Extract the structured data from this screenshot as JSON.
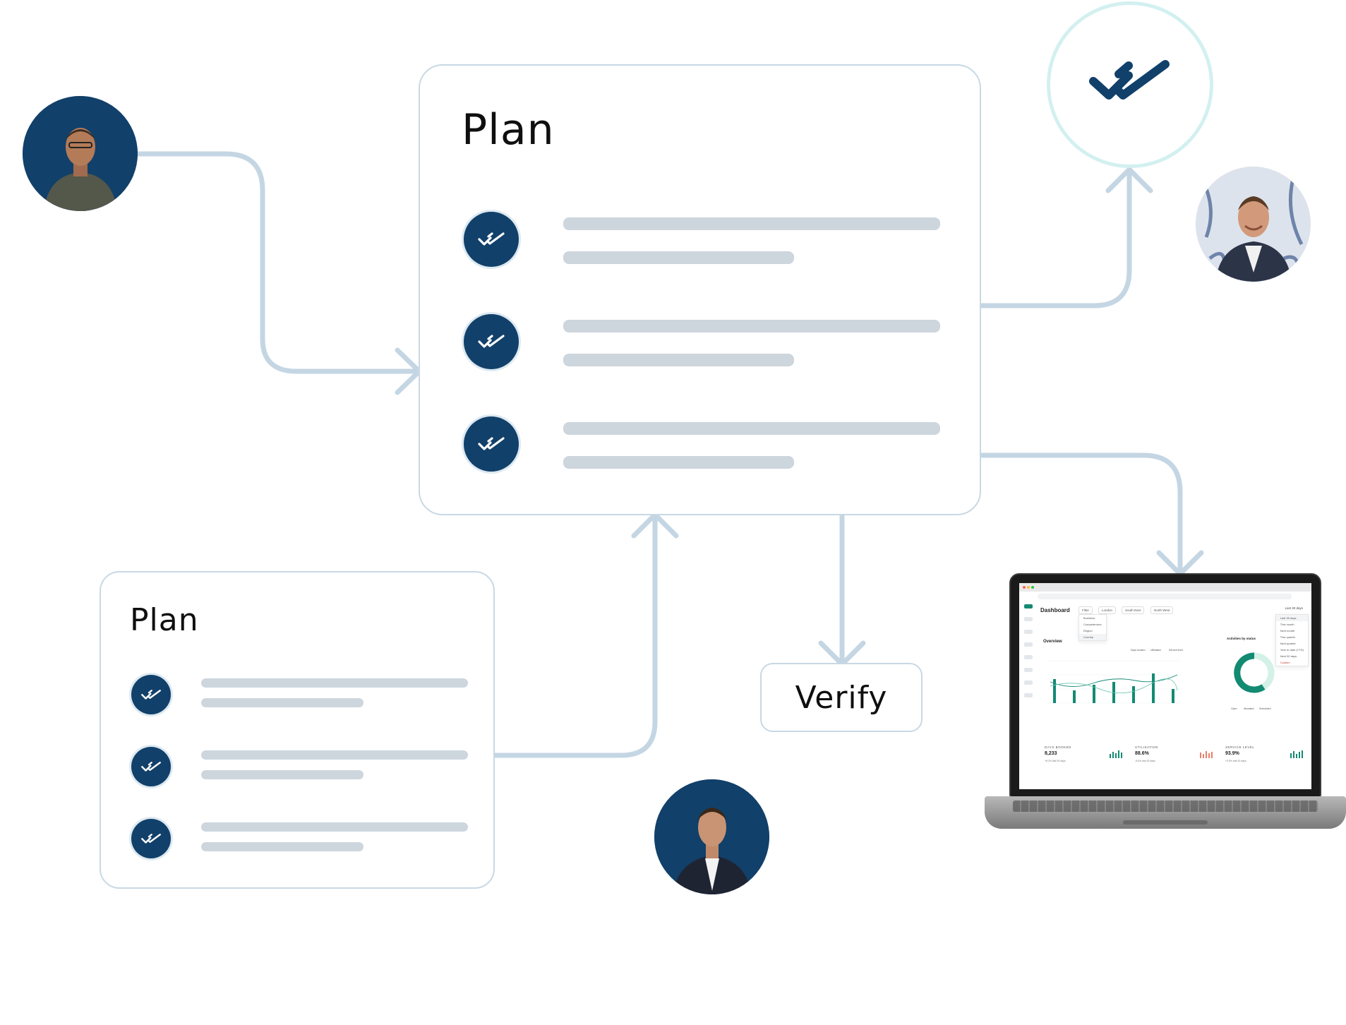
{
  "main_plan": {
    "title": "Plan",
    "items": [
      {
        "icon": "double-check-icon"
      },
      {
        "icon": "double-check-icon"
      },
      {
        "icon": "double-check-icon"
      }
    ]
  },
  "secondary_plan": {
    "title": "Plan",
    "items": [
      {
        "icon": "double-check-icon"
      },
      {
        "icon": "double-check-icon"
      },
      {
        "icon": "double-check-icon"
      }
    ]
  },
  "verify": {
    "label": "Verify"
  },
  "done_badge": {
    "icon": "double-check-icon"
  },
  "colors": {
    "navy": "#11406a",
    "connector": "#c4d6e3",
    "bar": "#cdd5dd",
    "card_border": "#c8d8e4",
    "done_ring": "#d3f0f0",
    "chart_teal": "#138a72"
  },
  "avatars": [
    "person-avatar-1",
    "person-avatar-2",
    "person-avatar-3"
  ],
  "laptop_screen": {
    "app_title": "Dashboard",
    "filter_label": "Filter",
    "chips": [
      "London",
      "South East",
      "North West"
    ],
    "date_range": "Last 30 days",
    "filter_menu": [
      "Business",
      "Competencies",
      "Region",
      "Country"
    ],
    "date_menu": [
      "Last 30 days",
      "This month",
      "Next month",
      "This quarter",
      "Next quarter",
      "Year to date (YTD)",
      "Next 90 days",
      "Custom"
    ],
    "overview_title": "Overview",
    "overview_legend": [
      "Days booked",
      "Utilisation",
      "Service level"
    ],
    "status_title": "Activities by status",
    "status_legend": [
      "Open",
      "Allocated",
      "Scheduled"
    ],
    "kpis": [
      {
        "label": "DAYS BOOKED",
        "value": "8,233",
        "sub": "+8.2% last 30 days"
      },
      {
        "label": "UTILISATION",
        "value": "88.6%",
        "sub": "-8.6% last 30 days"
      },
      {
        "label": "SERVICE LEVEL",
        "value": "93.9%",
        "sub": "+3.5% last 30 days"
      }
    ]
  }
}
